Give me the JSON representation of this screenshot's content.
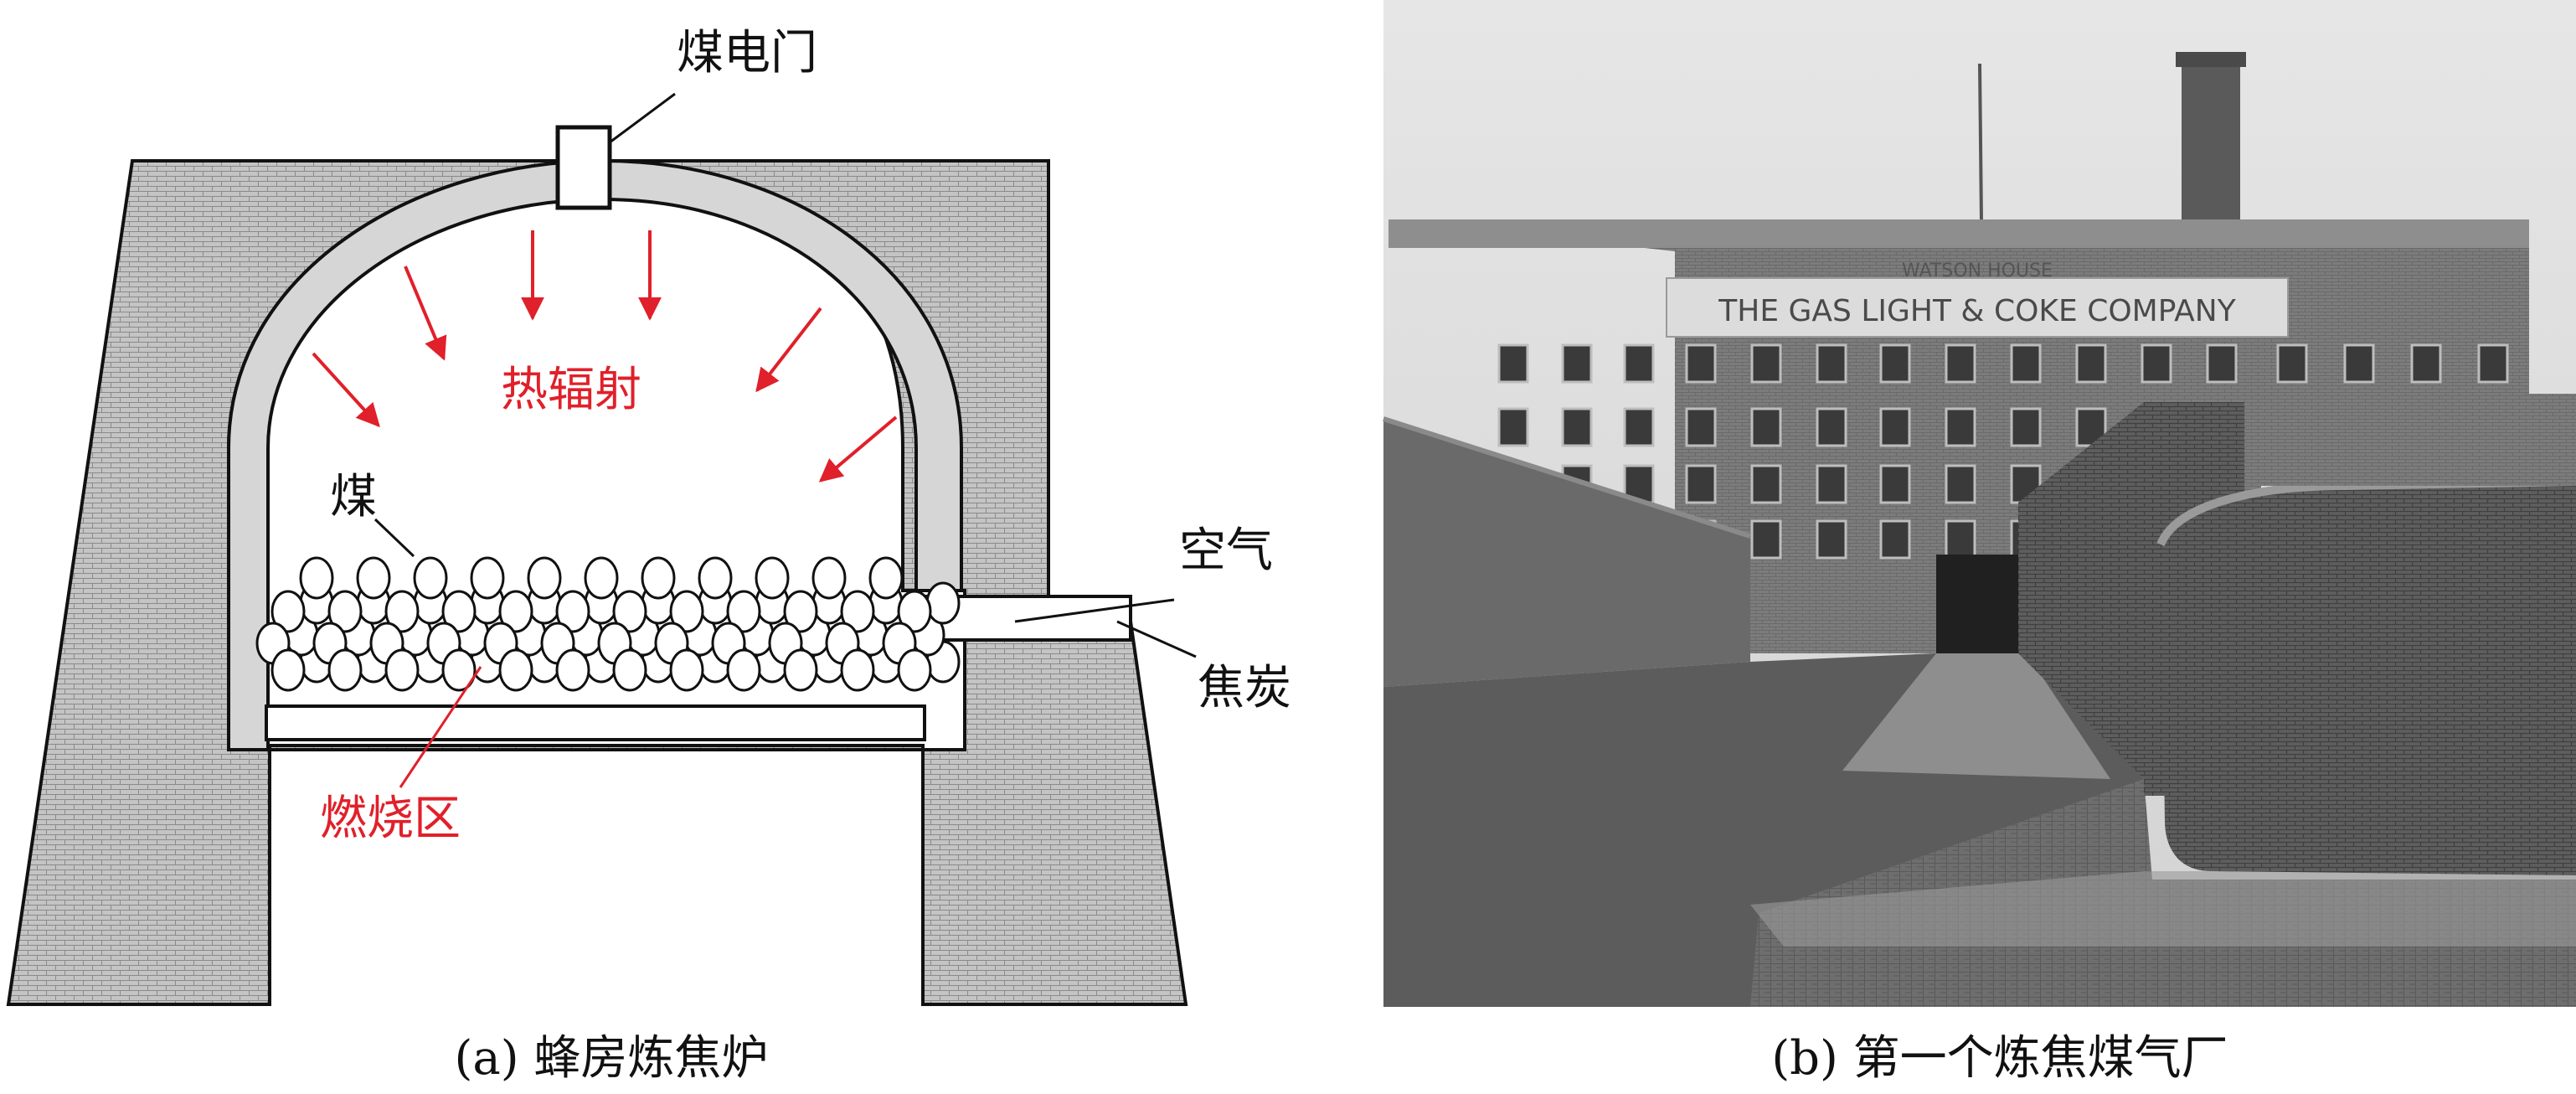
{
  "figure_a": {
    "labels": {
      "coal_door": "煤电门",
      "radiation": "热辐射",
      "coal": "煤",
      "air": "空气",
      "coke": "焦炭",
      "combustion_zone": "燃烧区"
    },
    "caption": "(a) 蜂房炼焦炉"
  },
  "figure_b": {
    "sign_top": "WATSON HOUSE",
    "sign_main": "THE GAS LIGHT & COKE COMPANY",
    "caption": "(b) 第一个炼焦煤气厂"
  },
  "colors": {
    "brick": "#bdbdbd",
    "outline": "#111111",
    "annotation_red": "#e0202a",
    "label_black": "#111111"
  }
}
